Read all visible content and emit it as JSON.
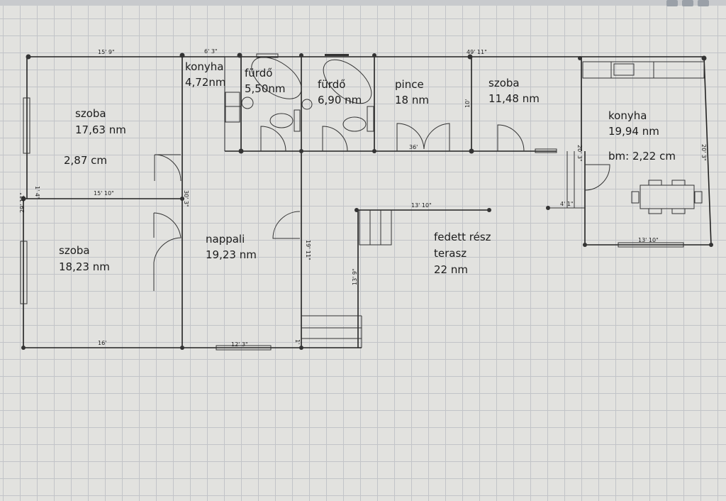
{
  "window_controls": [
    "minimize-button",
    "maximize-button",
    "close-button"
  ],
  "rooms": [
    {
      "name": "szoba",
      "area": "17,63 nm",
      "extra": "2,87 cm"
    },
    {
      "name": "konyha",
      "area": "4,72nm"
    },
    {
      "name": "fürdő",
      "area": "5,50nm"
    },
    {
      "name": "fürdő",
      "area": "6,90 nm"
    },
    {
      "name": "pince",
      "area": "18 nm"
    },
    {
      "name": "szoba",
      "area": "11,48 nm"
    },
    {
      "name": "konyha",
      "area": "19,94 nm",
      "extra": "bm: 2,22 cm"
    },
    {
      "name": "szoba",
      "area": "18,23 nm"
    },
    {
      "name": "nappali",
      "area": "19,23 nm"
    },
    {
      "name": "fedett rész",
      "name2": "terasz",
      "area": "22 nm"
    }
  ],
  "dimensions": {
    "top_left": "15' 9\"",
    "top_mid": "6' 3\"",
    "top_total": "49' 11\"",
    "left_small": "1' 4\"",
    "left_total": "29' 11\"",
    "mid_h": "15' 10\"",
    "mid_v": "30' 3\"",
    "pince_v": "10'",
    "door_36": "36'",
    "stair_v": "20' 3\"",
    "stair_h": "4' 1\"",
    "kitchen_v": "20' 3\"",
    "terrace_h": "13' 10\"",
    "kitchen_h": "13' 10\"",
    "hall_v": "19' 11\"",
    "terrace_v": "13' 9\"",
    "bottom_left": "16'",
    "bottom_mid": "12' 3\"",
    "bottom_small": "1'"
  }
}
